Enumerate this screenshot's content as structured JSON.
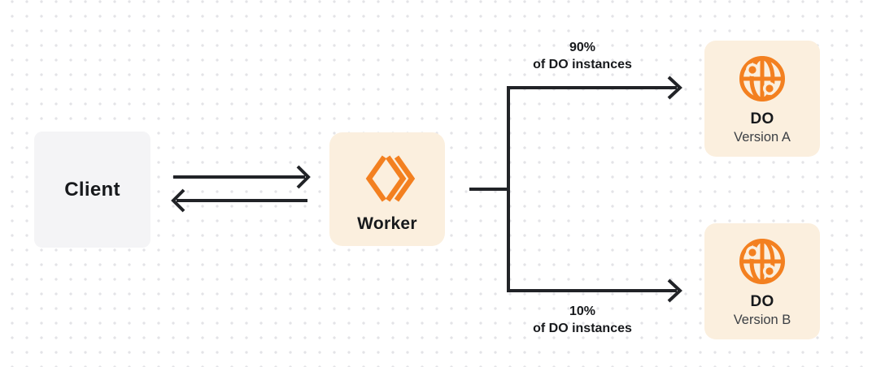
{
  "diagram": {
    "client": {
      "label": "Client"
    },
    "worker": {
      "label": "Worker"
    },
    "do_a": {
      "title": "DO",
      "subtitle": "Version A"
    },
    "do_b": {
      "title": "DO",
      "subtitle": "Version B"
    },
    "route_a": {
      "percent": "90%",
      "caption": "of DO instances"
    },
    "route_b": {
      "percent": "10%",
      "caption": "of DO instances"
    }
  },
  "icons": {
    "worker_logo": "workers-chevrons-icon",
    "do_icon": "durable-object-globe-icon"
  },
  "colors": {
    "orange": "#F38020",
    "cream": "#FBEFDE",
    "client_gray": "#F4F4F6",
    "line": "#212327",
    "text_dark": "#17191C",
    "text_sub": "#3C4045",
    "dot": "#E3E3E7",
    "bg": "#FFFFFF"
  }
}
